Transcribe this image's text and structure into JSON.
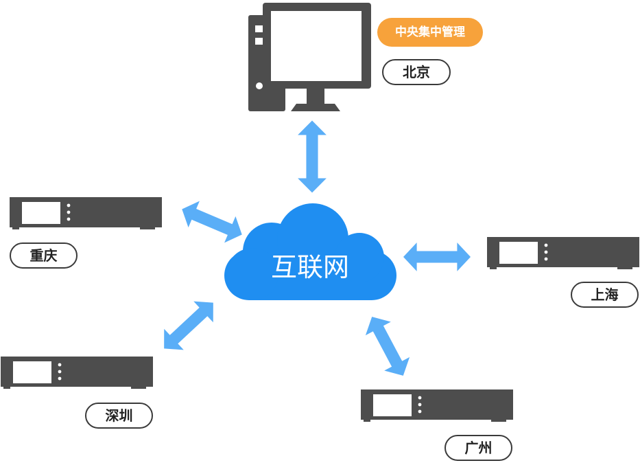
{
  "colors": {
    "cloud": "#1f8ef1",
    "arrow": "#5aaef7",
    "device": "#4d4d4d",
    "badge": "#f7a23b"
  },
  "center": {
    "label": "互联网",
    "icon": "cloud-icon"
  },
  "hq": {
    "icon": "desktop-computer-icon",
    "badge": "中央集中管理",
    "city": "北京"
  },
  "branches": [
    {
      "id": "chongqing",
      "city": "重庆",
      "icon": "network-appliance-icon"
    },
    {
      "id": "shanghai",
      "city": "上海",
      "icon": "network-appliance-icon"
    },
    {
      "id": "shenzhen",
      "city": "深圳",
      "icon": "network-appliance-icon"
    },
    {
      "id": "guangzhou",
      "city": "广州",
      "icon": "network-appliance-icon"
    }
  ]
}
